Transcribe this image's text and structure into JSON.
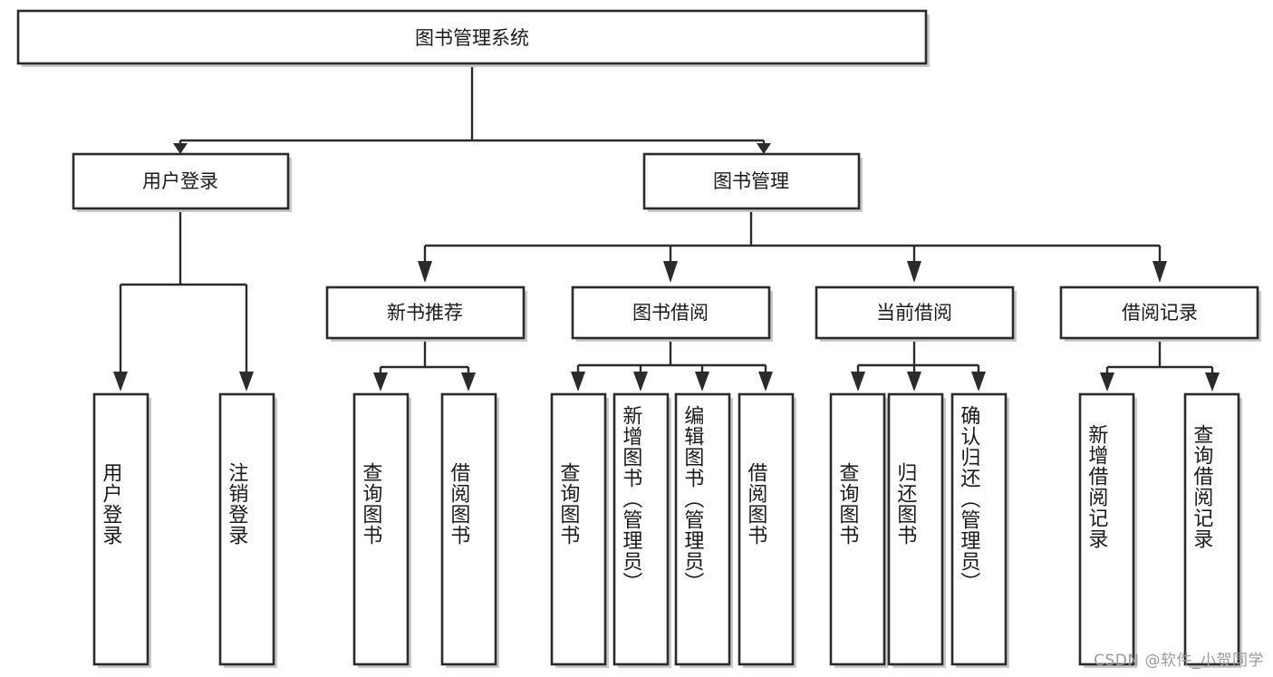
{
  "diagram": {
    "title": "图书管理系统",
    "type": "hierarchy-tree",
    "orientation": "top-down",
    "colors": {
      "box_stroke": "#2b2b2b",
      "box_fill": "#ffffff",
      "link": "#2b2b2b",
      "text": "#1a1a1a",
      "watermark": "#9a9a9a",
      "background": "#ffffff"
    },
    "root": {
      "label": "图书管理系统"
    },
    "level2": [
      {
        "label": "用户登录"
      },
      {
        "label": "图书管理"
      }
    ],
    "level3": [
      {
        "label": "新书推荐"
      },
      {
        "label": "图书借阅"
      },
      {
        "label": "当前借阅"
      },
      {
        "label": "借阅记录"
      }
    ],
    "leaves": {
      "user_login": [
        {
          "label": "用户登录"
        },
        {
          "label": "注销登录"
        }
      ],
      "new_book_recommend": [
        {
          "label": "查询图书"
        },
        {
          "label": "借阅图书"
        }
      ],
      "book_borrow": [
        {
          "label": "查询图书"
        },
        {
          "label": "新增图书（管理员）"
        },
        {
          "label": "编辑图书（管理员）"
        },
        {
          "label": "借阅图书"
        }
      ],
      "current_borrow": [
        {
          "label": "查询图书"
        },
        {
          "label": "归还图书"
        },
        {
          "label": "确认归还（管理员）"
        }
      ],
      "borrow_record": [
        {
          "label": "新增借阅记录"
        },
        {
          "label": "查询借阅记录"
        }
      ]
    }
  },
  "watermark": {
    "text": "CSDN @软件_小贺同学"
  }
}
